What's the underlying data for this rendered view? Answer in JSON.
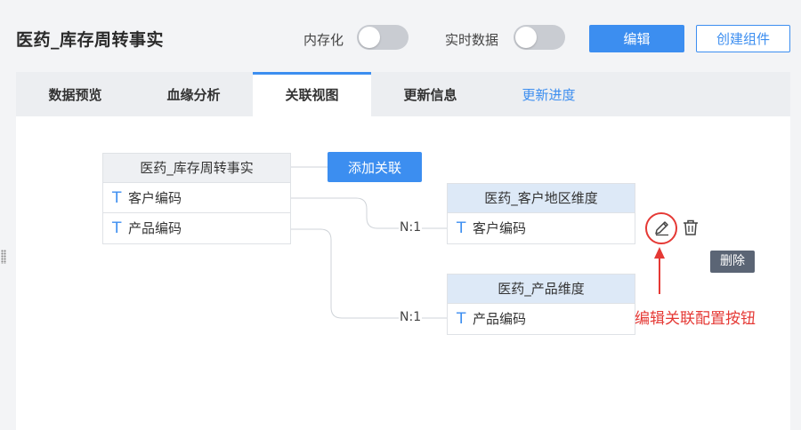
{
  "header": {
    "title": "医药_库存周转事实",
    "toggle_memory_label": "内存化",
    "toggle_realtime_label": "实时数据",
    "edit_button": "编辑",
    "create_component_button": "创建组件"
  },
  "tabs": [
    {
      "label": "数据预览"
    },
    {
      "label": "血缘分析"
    },
    {
      "label": "关联视图"
    },
    {
      "label": "更新信息"
    },
    {
      "label": "更新进度"
    }
  ],
  "active_tab": "关联视图",
  "graph": {
    "fact_table": {
      "name": "医药_库存周转事实",
      "fields": [
        {
          "type_icon": "T",
          "name": "客户编码"
        },
        {
          "type_icon": "T",
          "name": "产品编码"
        }
      ]
    },
    "add_relation_button": "添加关联",
    "dimensions": [
      {
        "name": "医药_客户地区维度",
        "cardinality": "N:1",
        "fields": [
          {
            "type_icon": "T",
            "name": "客户编码"
          }
        ]
      },
      {
        "name": "医药_产品维度",
        "cardinality": "N:1",
        "fields": [
          {
            "type_icon": "T",
            "name": "产品编码"
          }
        ]
      }
    ],
    "delete_tooltip": "删除",
    "annotation": "编辑关联配置按钮"
  },
  "colors": {
    "accent": "#3c8ef0",
    "annotation_red": "#e53935",
    "dimension_header": "#dde9f7",
    "fact_header": "#eef0f3"
  },
  "icons": {
    "type_text": "T",
    "edit": "pencil-icon",
    "delete": "trash-icon",
    "drag": "drag-handle-icon"
  }
}
